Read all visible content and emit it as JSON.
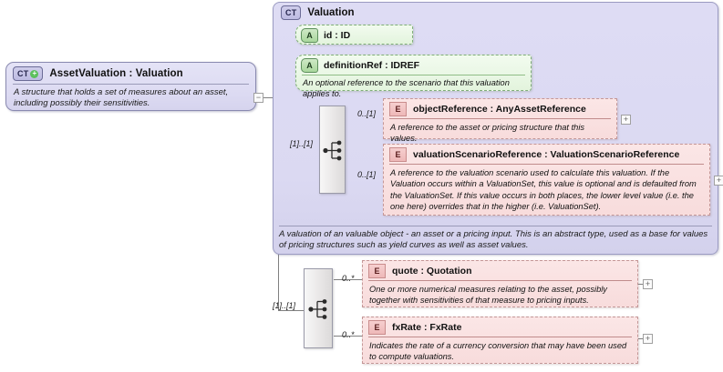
{
  "diagram": {
    "kind": "xsd-schema-diagram",
    "colors": {
      "container_fill": "#dedcf4",
      "container_border": "#9b9bc2",
      "attribute_fill": "#e3f4dd",
      "attribute_border": "#7fae77",
      "element_fill": "#f8dcdc",
      "element_border": "#c49797",
      "connector": "#808080",
      "badge_green": "#5cc05c"
    }
  },
  "root": {
    "badge": "CT",
    "badge_icon": "complextype-plus-icon",
    "plus": "+",
    "title": "AssetValuation : Valuation",
    "documentation": "A structure that holds a set of measures about an asset, including possibly their sensitivities.",
    "toggle": "−"
  },
  "valuation": {
    "badge": "CT",
    "title": "Valuation",
    "documentation": "A valuation of an valuable object - an asset or a pricing input. This is an abstract type, used as a base for values of pricing structures such as yield curves as well as asset values.",
    "attributes": [
      {
        "badge": "A",
        "name": "id          : ID",
        "documentation": ""
      },
      {
        "badge": "A",
        "name": "definitionRef : IDREF",
        "documentation": "An optional reference to the scenario that this valuation applies to."
      }
    ],
    "sequence_cardinality": "[1]..[1]",
    "elements": [
      {
        "badge": "E",
        "name": "objectReference : AnyAssetReference",
        "documentation": "A reference to the asset or pricing structure that this values.",
        "cardinality": "0..[1]",
        "toggle": "+"
      },
      {
        "badge": "E",
        "name": "valuationScenarioReference : ValuationScenarioReference",
        "documentation": "A reference to the valuation scenario used to calculate this valuation. If the Valuation occurs within a ValuationSet, this value is optional and is defaulted from the ValuationSet. If this value occurs in both places, the lower level value (i.e. the one here) overrides that in the higher (i.e. ValuationSet).",
        "cardinality": "0..[1]",
        "toggle": "+"
      }
    ]
  },
  "extension": {
    "sequence_cardinality": "[1]..[1]",
    "elements": [
      {
        "badge": "E",
        "name": "quote      : Quotation",
        "documentation": "One or more numerical measures relating to the asset, possibly together with sensitivities of that measure to pricing inputs.",
        "cardinality": "0..*",
        "toggle": "+"
      },
      {
        "badge": "E",
        "name": "fxRate     : FxRate",
        "documentation": "Indicates the rate of a currency conversion that may have been used to compute valuations.",
        "cardinality": "0..*",
        "toggle": "+"
      }
    ]
  }
}
